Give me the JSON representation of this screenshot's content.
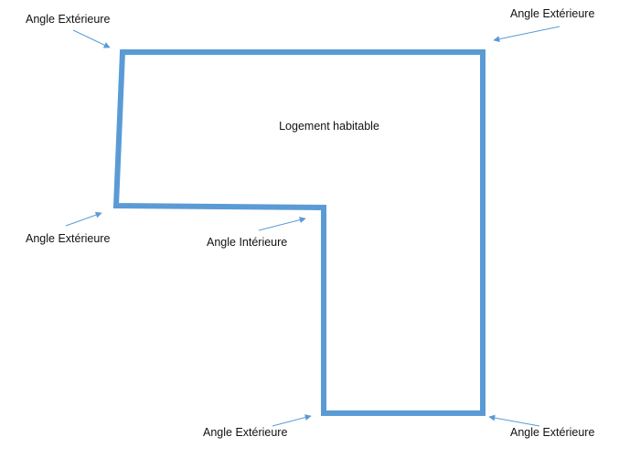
{
  "diagram": {
    "center_label": "Logement habitable",
    "corner_labels": {
      "top_left": "Angle Extérieure",
      "top_right": "Angle Extérieure",
      "middle_left": "Angle Extérieure",
      "inner": "Angle Intérieure",
      "bottom_left": "Angle Extérieure",
      "bottom_right": "Angle Extérieure"
    }
  },
  "colors": {
    "outline": "#5b9bd5",
    "arrow": "#5b9bd5",
    "text": "#111111"
  }
}
